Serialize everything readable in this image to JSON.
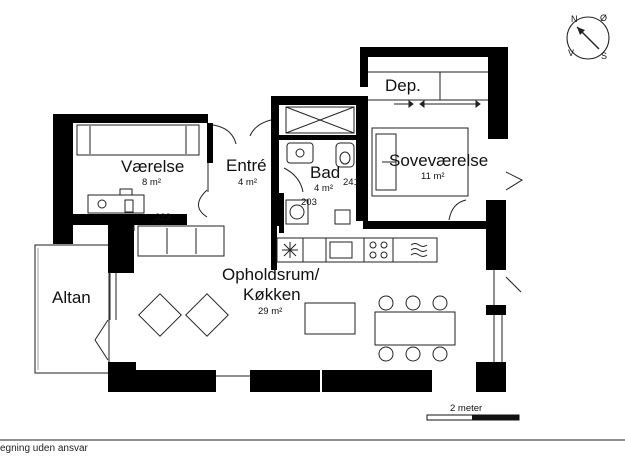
{
  "compass": {
    "n": "N",
    "e": "Ø",
    "s": "S",
    "w": "V"
  },
  "rooms": {
    "vaerelse": {
      "name": "Værelse",
      "area": "8 m²",
      "code": "323"
    },
    "entre": {
      "name": "Entré",
      "area": "4 m²"
    },
    "bad": {
      "name": "Bad",
      "area": "4 m²",
      "code_a": "241",
      "code_b": "203"
    },
    "sovevaerelse": {
      "name": "Soveværelse",
      "area": "11 m²"
    },
    "depot": {
      "name": "Dep."
    },
    "altan": {
      "name": "Altan"
    },
    "ophold_line1": "Opholdsrum/",
    "ophold_line2": "Køkken",
    "ophold_area": "29 m²"
  },
  "scale": {
    "label": "2 meter"
  },
  "footer": {
    "text": "egning uden ansvar"
  }
}
